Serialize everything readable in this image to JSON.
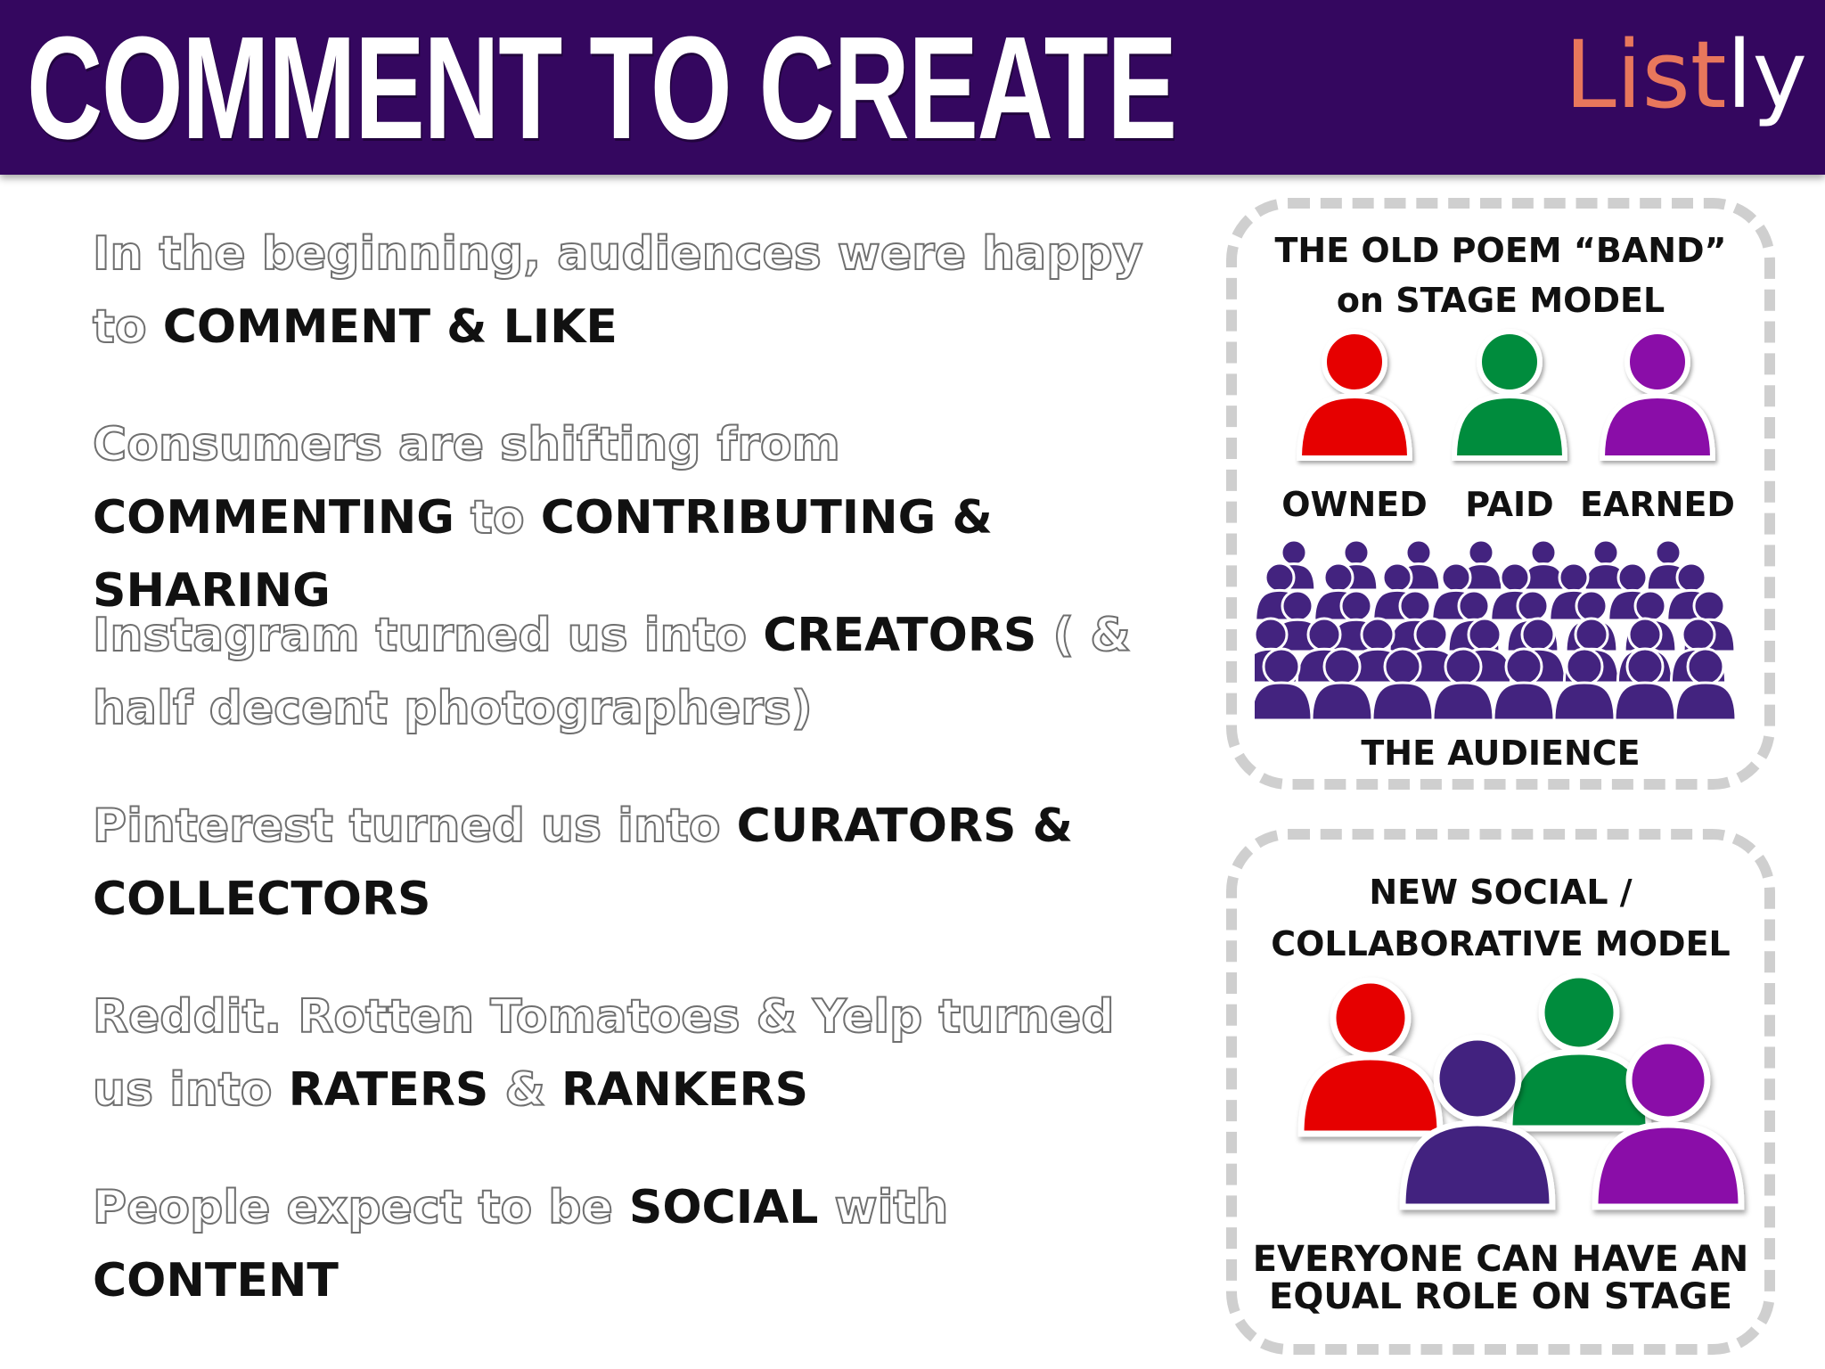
{
  "header": {
    "title": "COMMENT TO CREATE",
    "logo_part1": "List",
    "logo_part2": "ly"
  },
  "paragraphs": [
    {
      "a": "In the beginning, audiences were happy",
      "b": "to ",
      "c": "COMMENT & LIKE"
    },
    {
      "a": "Consumers are shifting from",
      "b": "COMMENTING",
      "c": " to ",
      "d": "CONTRIBUTING & SHARING"
    },
    {
      "a": "Instagram turned us into ",
      "b": "CREATORS",
      "c": " ( & half decent photographers)"
    },
    {
      "a": "Pinterest turned us into ",
      "b": "CURATORS & COLLECTORS"
    },
    {
      "a": "Reddit. Rotten Tomatoes & Yelp turned us into ",
      "b": "RATERS",
      "c": " & ",
      "d": "RANKERS"
    },
    {
      "a": "People expect to be ",
      "b": "SOCIAL",
      "c": " with ",
      "d": "CONTENT"
    }
  ],
  "old_model": {
    "title_line1": "THE OLD POEM “BAND”",
    "title_line2": "on STAGE MODEL",
    "roles": [
      "OWNED",
      "PAID",
      "EARNED"
    ],
    "audience_label": "THE AUDIENCE"
  },
  "new_model": {
    "title_line1": "NEW SOCIAL /",
    "title_line2": "COLLABORATIVE MODEL",
    "caption_line1": "EVERYONE CAN HAVE AN",
    "caption_line2": "EQUAL ROLE ON STAGE"
  },
  "colors": {
    "header_bg": "#34075f",
    "red": "#e60000",
    "green": "#008c3c",
    "purple": "#8a0aa8",
    "indigo": "#43237f",
    "logo_accent": "#e8775c"
  },
  "icons": [
    "person-icon"
  ]
}
